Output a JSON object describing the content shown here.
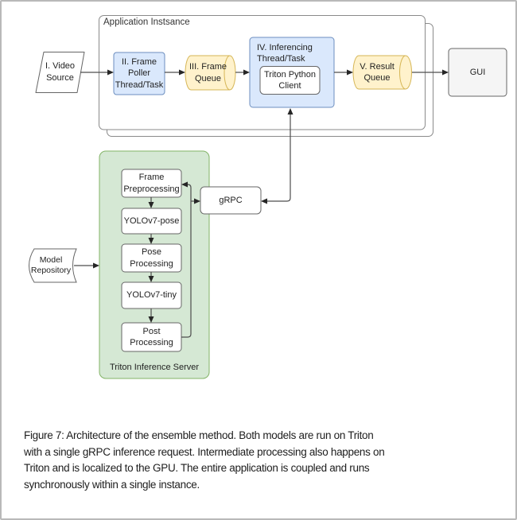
{
  "figure": {
    "app_instance": {
      "label": "Application Instsance",
      "video_source": "I. Video\nSource",
      "frame_poller": "II. Frame\nPoller\nThread/Task",
      "frame_queue": "III. Frame\nQueue",
      "inferencing": "IV. Inferencing\nThread/Task",
      "triton_client": "Triton Python\nClient",
      "result_queue": "V. Result\nQueue",
      "gui": "GUI"
    },
    "triton_server": {
      "label": "Triton Inference Server",
      "frame_preprocessing": "Frame\nPreprocessing",
      "yolov7_pose": "YOLOv7-pose",
      "pose_processing": "Pose\nProcessing",
      "yolov7_tiny": "YOLOv7-tiny",
      "post_processing": "Post\nProcessing"
    },
    "grpc_label": "gRPC",
    "model_repository": "Model\nRepository",
    "colors": {
      "thread_box_fill": "#dae8fc",
      "thread_box_stroke": "#6c8ebf",
      "queue_fill": "#fff2cc",
      "queue_stroke": "#d6b656",
      "server_fill": "#d5e8d4",
      "server_stroke": "#82b366",
      "gui_fill": "#f5f5f5",
      "node_stroke": "#666666",
      "connector": "#4d4d4d"
    }
  },
  "caption": {
    "lines": [
      "Figure 7: Architecture of the ensemble method. Both models are run on Triton",
      "with a single gRPC inference request. Intermediate processing also happens on",
      "Triton and is localized to the GPU. The entire application is coupled and runs",
      "synchronously within a single instance."
    ]
  }
}
